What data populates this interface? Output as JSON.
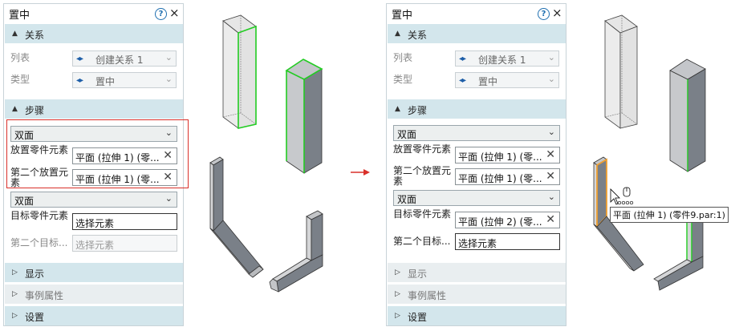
{
  "left_panel": {
    "title": "置中",
    "help_icon": "?",
    "close_icon": "×",
    "relations": {
      "header": "关系",
      "list_label": "列表",
      "list_value": "创建关系 1",
      "type_label": "类型",
      "type_value": "置中"
    },
    "steps": {
      "header": "步骤"
    },
    "first_mode": "双面",
    "place_label": "放置零件元素",
    "place_value": "平面 (拉伸 1) (零...",
    "second_place_label": "第二个放置元素",
    "second_place_value": "平面 (拉伸 1) (零...",
    "second_mode": "双面",
    "target_label": "目标零件元素",
    "target_value": "选择元素",
    "second_target_label": "第二个目标...",
    "second_target_value": "选择元素",
    "display_header": "显示",
    "instance_header": "事例属性",
    "settings_header": "设置"
  },
  "right_panel": {
    "title": "置中",
    "help_icon": "?",
    "close_icon": "×",
    "relations": {
      "header": "关系",
      "list_label": "列表",
      "list_value": "创建关系 1",
      "type_label": "类型",
      "type_value": "置中"
    },
    "steps": {
      "header": "步骤"
    },
    "first_mode": "双面",
    "place_label": "放置零件元素",
    "place_value": "平面 (拉伸 1) (零...",
    "second_place_label": "第二个放置元素",
    "second_place_value": "平面 (拉伸 1) (零...",
    "second_mode": "双面",
    "target_label": "目标零件元素",
    "target_value": "平面 (拉伸 2) (零...",
    "second_target_label": "第二个目标...",
    "second_target_value": "选择元素",
    "display_header": "显示",
    "instance_header": "事例属性",
    "settings_header": "设置"
  },
  "tooltip": "平面 (拉伸 1) (零件9.par:1)",
  "icons": {
    "relation_icon": "◂▸",
    "dropdown_icon": "⌄",
    "expand_icon": "▲",
    "collapse_icon": "▷"
  },
  "colors": {
    "section_bg": "#d3e6ec",
    "highlight_green": "#22cc22",
    "highlight_orange": "#f0a030",
    "callout_red": "#d9302a",
    "part_gray": "#7a8088"
  }
}
